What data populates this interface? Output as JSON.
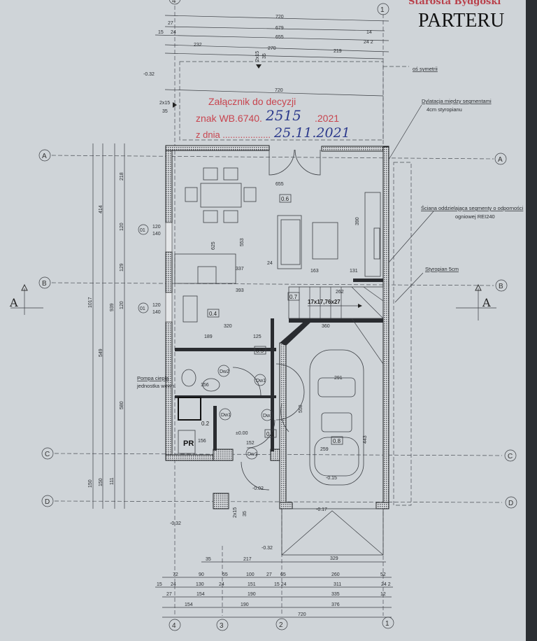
{
  "title": "PARTERU",
  "authority": "Starosta Bydgoski",
  "stamp": {
    "line1": "Załącznik do decyzji",
    "sign_prefix": "znak WB.6740.",
    "sign_number": "2515",
    "sign_year": ".2021",
    "date_prefix": "z dnia ...................",
    "date": "25.11.2021"
  },
  "annotations": {
    "symmetry": "oś symetrii",
    "dilatation_1": "Dylatacja między segmentami",
    "dilatation_2": "4cm styropianu",
    "firewall_1": "Ściana oddzielająca segmenty o odporności",
    "firewall_2": "ogniowej REI240",
    "styrofoam": "Styropian 5cm",
    "heat_pump_1": "Pompa ciepła",
    "heat_pump_2": "jednostka wewn.",
    "stairs": "17x17,76x27",
    "steps_top": "2x15",
    "steps_top_2": "35",
    "steps_left": "2x15",
    "steps_left_2": "35",
    "steps_bottom": "2x15",
    "steps_bottom_2": "35"
  },
  "axes": {
    "vertical": [
      "4",
      "3",
      "2",
      "1"
    ],
    "horizontal": [
      "A",
      "B",
      "C",
      "D"
    ]
  },
  "section_mark": "A",
  "windows": [
    {
      "tag": "01",
      "width": "120",
      "height": "140"
    },
    {
      "tag": "01",
      "width": "120",
      "height": "140"
    }
  ],
  "doors": [
    "Dw2",
    "Dw1",
    "Dw1",
    "Dw1",
    "Dw1"
  ],
  "rooms": [
    "0.6",
    "0.4",
    "0.5",
    "0.2",
    "0.1",
    "0.8",
    "0.7",
    "PR"
  ],
  "levels": [
    "-0.32",
    "-0.32",
    "-0.32",
    "±0.00",
    "-0.02",
    "-0.15",
    "-0.17"
  ],
  "dims": {
    "top": [
      "720",
      "27",
      "679",
      "15",
      "24",
      "655",
      "14",
      "24 2",
      "232",
      "270",
      "219",
      "720"
    ],
    "left": [
      "1017",
      "414",
      "549",
      "939",
      "218",
      "120",
      "129",
      "120",
      "580",
      "150",
      "150",
      "111"
    ],
    "interior": [
      "655",
      "625",
      "553",
      "390",
      "337",
      "24",
      "163",
      "131",
      "393",
      "262",
      "320",
      "189",
      "125",
      "360",
      "291",
      "558",
      "443",
      "259",
      "152",
      "156",
      "156"
    ],
    "bottom_1": [
      "35",
      "217",
      "329"
    ],
    "bottom_2": [
      "72",
      "90",
      "55",
      "100",
      "27",
      "65",
      "260",
      "52"
    ],
    "bottom_3": [
      "15",
      "24",
      "130",
      "24",
      "151",
      "15 24",
      "311",
      "24 2"
    ],
    "bottom_4": [
      "27",
      "154",
      "190",
      "335",
      "12"
    ],
    "bottom_5": [
      "154",
      "190",
      "376"
    ],
    "bottom_6": [
      "720"
    ]
  }
}
